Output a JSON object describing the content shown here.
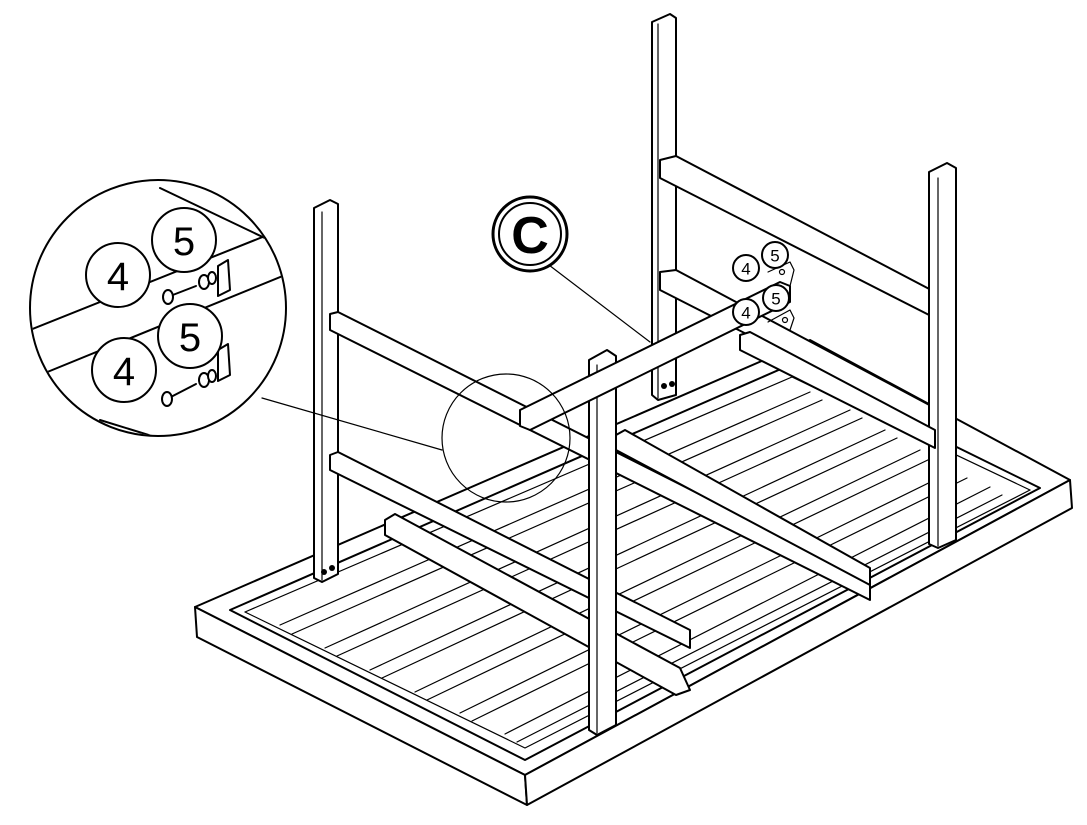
{
  "diagram": {
    "step_label": "C",
    "detail_callouts": [
      {
        "part": "4"
      },
      {
        "part": "5"
      },
      {
        "part": "4"
      },
      {
        "part": "5"
      }
    ],
    "small_callouts": [
      {
        "part": "4"
      },
      {
        "part": "5"
      },
      {
        "part": "4"
      },
      {
        "part": "5"
      }
    ]
  }
}
